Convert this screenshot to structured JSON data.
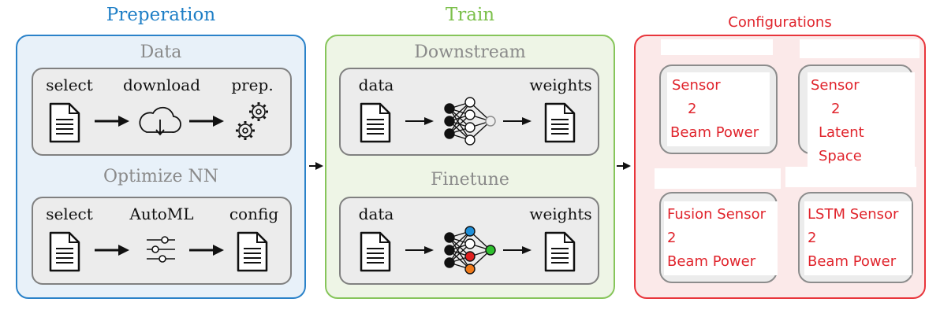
{
  "panels": {
    "preparation": {
      "title": "Preperation",
      "title_color": "#1f7fc6",
      "border_color": "#2a82c9",
      "fill_color": "#e8f1f9",
      "data": {
        "title": "Data",
        "labels": [
          "select",
          "download",
          "prep."
        ]
      },
      "optimize": {
        "title": "Optimize NN",
        "labels": [
          "select",
          "AutoML",
          "config"
        ]
      }
    },
    "train": {
      "title": "Train",
      "title_color": "#7cc04b",
      "border_color": "#86c55a",
      "fill_color": "#eef5e6",
      "downstream": {
        "title": "Downstream",
        "labels": [
          "data",
          "weights"
        ]
      },
      "finetune": {
        "title": "Finetune",
        "labels": [
          "data",
          "weights"
        ]
      }
    },
    "configurations": {
      "title": "Configurations",
      "title_color": "#e0242c",
      "border_color": "#e8353b",
      "fill_color": "#fbe9e9",
      "items": [
        {
          "lines": [
            "Sensor",
            "2",
            "Beam Power"
          ]
        },
        {
          "lines": [
            "Sensor",
            "2",
            "Latent Space"
          ]
        },
        {
          "lines": [
            "Fusion Sensor",
            "2",
            "Beam Power"
          ]
        },
        {
          "lines": [
            "LSTM Sensor",
            "2",
            "Beam Power"
          ]
        }
      ]
    }
  },
  "icons": {
    "document": "document-icon",
    "cloud": "cloud-download-icon",
    "gears": "gears-icon",
    "sliders": "sliders-icon",
    "network": "neural-network-icon",
    "arrow": "arrow-right-icon"
  },
  "finetune_node_colors": [
    "#1f8fd8",
    "#e02020",
    "#2ec02e",
    "#f07a1a"
  ]
}
